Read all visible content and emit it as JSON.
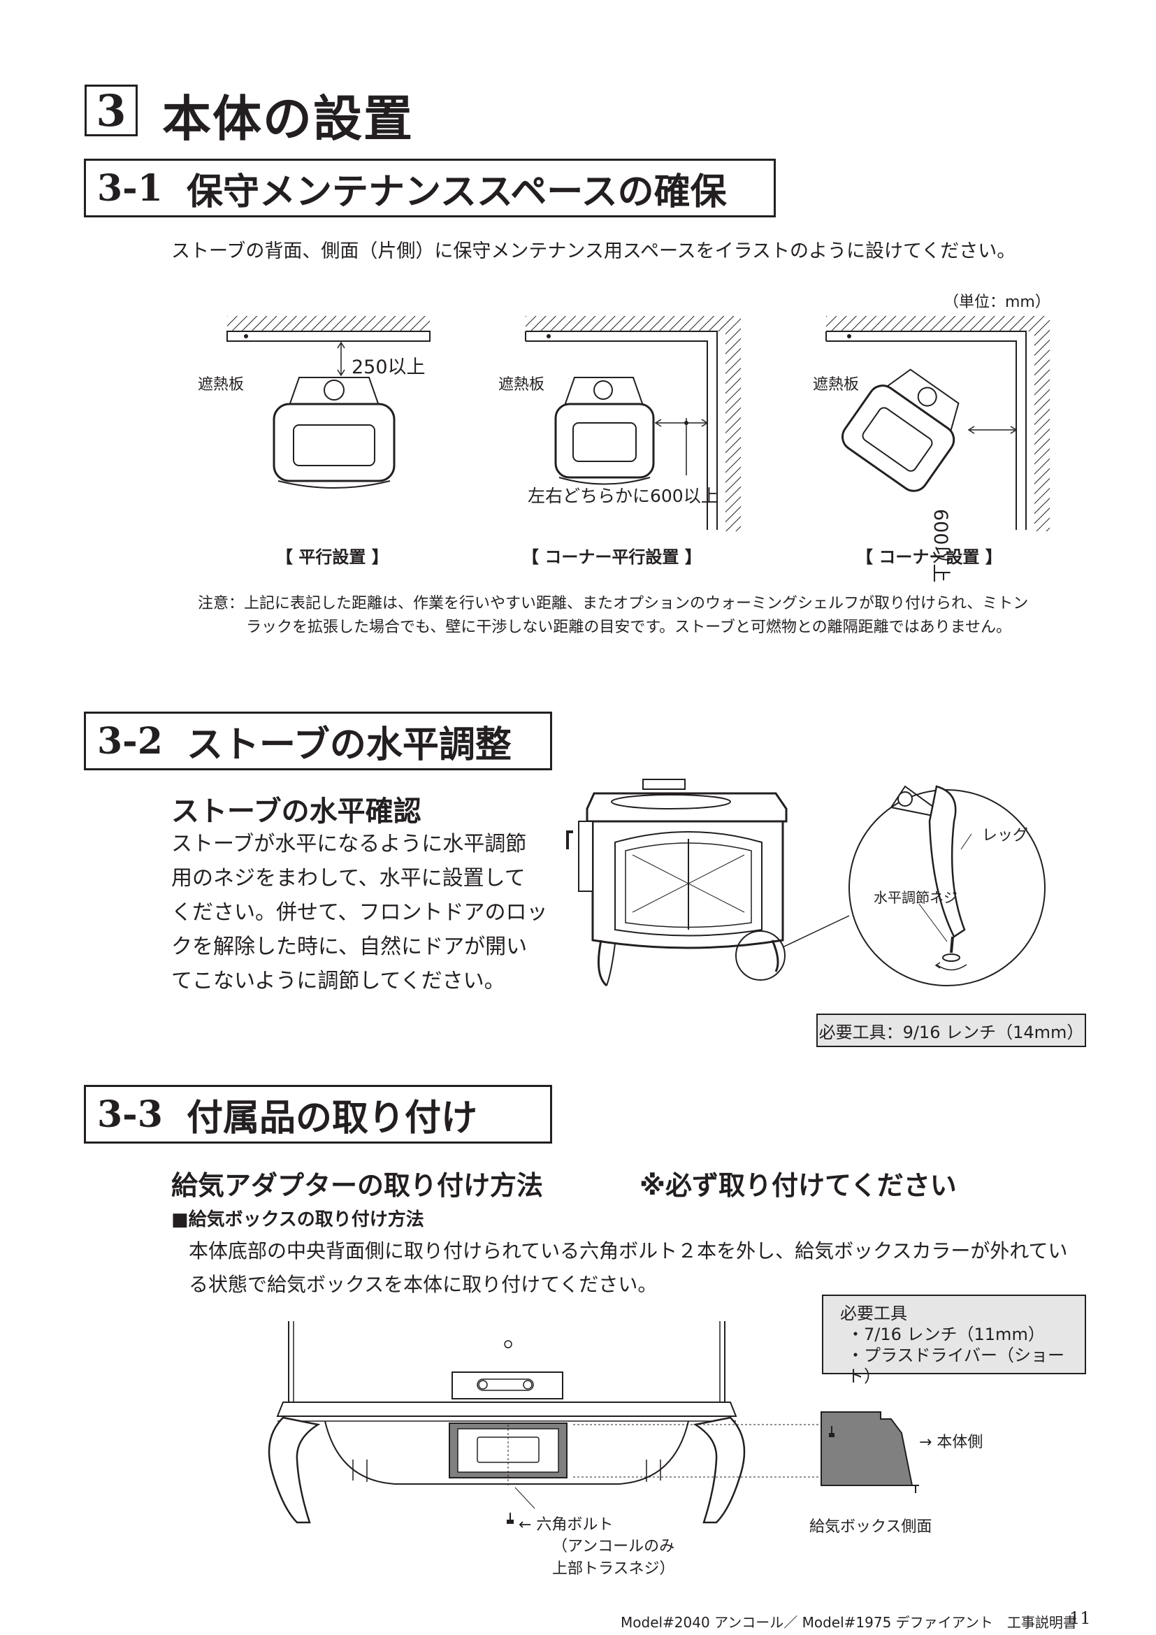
{
  "chapter": {
    "number": "3",
    "title": "本体の設置"
  },
  "section1": {
    "number": "3-1",
    "title": "保守メンテナンススペースの確保",
    "intro": "ストーブの背面、側面（片側）に保守メンテナンス用スペースをイラストのように設けてください。",
    "unit": "（単位：mm）",
    "diagrams": [
      {
        "caption": "【 平行設置 】",
        "shield_label": "遮熱板",
        "dim_label": "250以上"
      },
      {
        "caption": "【 コーナー平行設置 】",
        "shield_label": "遮熱板",
        "dim_label": "左右どちらかに600以上"
      },
      {
        "caption": "【 コーナー設置 】",
        "shield_label": "遮熱板",
        "dim_label": "600以上"
      }
    ],
    "note_line1": "注意：上記に表記した距離は、作業を行いやすい距離、またオプションのウォーミングシェルフが取り付けられ、ミトン",
    "note_line2": "ラックを拡張した場合でも、壁に干渉しない距離の目安です。ストーブと可燃物との離隔距離ではありません。"
  },
  "section2": {
    "number": "3-2",
    "title": "ストーブの水平調整",
    "subtitle": "ストーブの水平確認",
    "body": [
      "ストーブが水平になるように水平調節",
      "用のネジをまわして、水平に設置して",
      "ください。併せて、フロントドアのロッ",
      "クを解除した時に、自然にドアが開い",
      "てこないように調節してください。"
    ],
    "leg_label": "レッグ",
    "screw_label": "水平調節ネジ",
    "tool": "必要工具：9/16 レンチ（14mm）"
  },
  "section3": {
    "number": "3-3",
    "title": "付属品の取り付け",
    "subtitle": "給気アダプターの取り付け方法",
    "warning": "※必ず取り付けてください",
    "subheading": "■給気ボックスの取り付け方法",
    "body": [
      "本体底部の中央背面側に取り付けられている六角ボルト２本を外し、給気ボックスカラーが外れてい",
      "る状態で給気ボックスを本体に取り付けてください。"
    ],
    "tools_title": "必要工具",
    "tools": [
      "・7/16 レンチ（11mm）",
      "・プラスドライバー（ショート）"
    ],
    "bolt_label": "← 六角ボルト",
    "bolt_note1": "（アンコールのみ",
    "bolt_note2": "上部トラスネジ）",
    "body_side_label": "→ 本体側",
    "box_side_label": "給気ボックス側面"
  },
  "footer": {
    "text": "Model#2040 アンコール／ Model#1975 デファイアント　工事説明書",
    "page": "11"
  }
}
